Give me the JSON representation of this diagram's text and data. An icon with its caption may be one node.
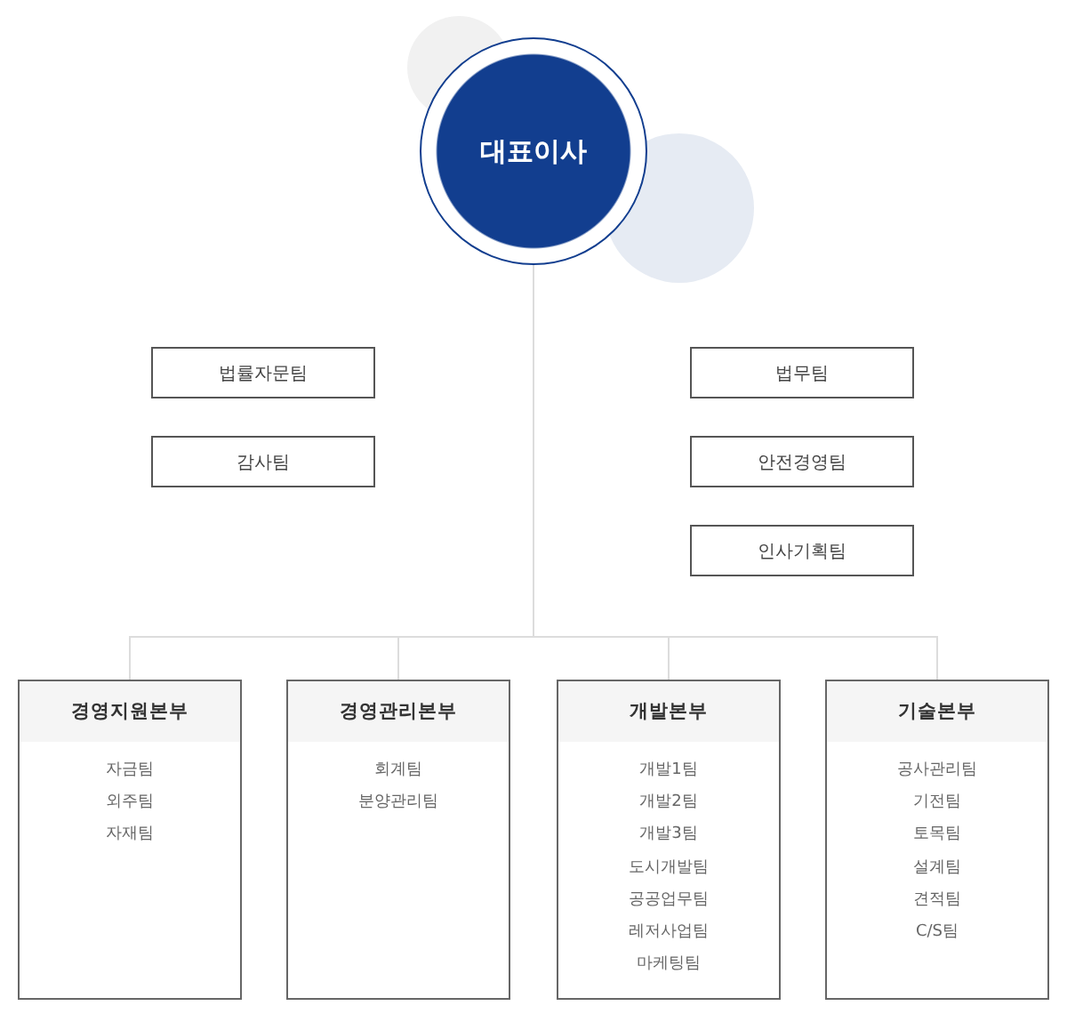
{
  "diagram": {
    "nodes": [
      {
        "text": [
          "대표이사"
        ]
      },
      {
        "text": [
          "법률자문팀"
        ]
      },
      {
        "text": [
          "감사팀"
        ]
      },
      {
        "text": [
          "법무팀"
        ]
      },
      {
        "text": [
          "안전경영팀"
        ]
      },
      {
        "text": [
          "인사기획팀"
        ]
      },
      {
        "text": [
          "경영지원본부",
          "자금팀",
          "외주팀",
          "자재팀"
        ]
      },
      {
        "text": [
          "경영관리본부",
          "회계팀",
          "분양관리팀"
        ]
      },
      {
        "text": [
          "개발본부",
          "개발1팀",
          "개발2팀",
          "개발3팀",
          "도시개발팀",
          "공공업무팀",
          "레저사업팀",
          "마케팅팀"
        ]
      },
      {
        "text": [
          "기술본부",
          "공사관리팀",
          "기전팀",
          "토목팀",
          "설계팀",
          "견적팀",
          "C/S팀"
        ]
      }
    ],
    "edges": [
      {
        "from": 0,
        "to": 6,
        "arrow": "none"
      },
      {
        "from": 0,
        "to": 7,
        "arrow": "none"
      },
      {
        "from": 0,
        "to": 8,
        "arrow": "none"
      },
      {
        "from": 0,
        "to": 9,
        "arrow": "none"
      }
    ]
  }
}
